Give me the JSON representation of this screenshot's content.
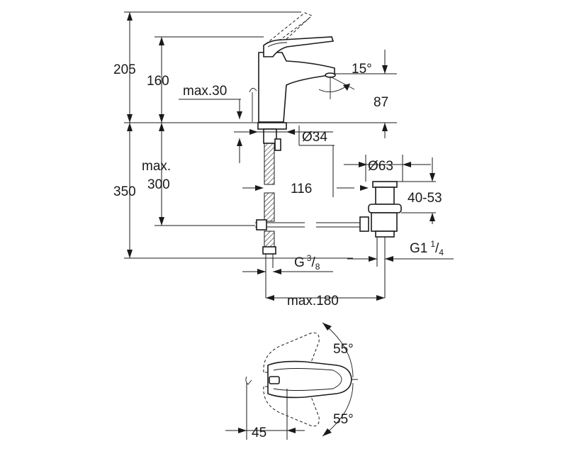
{
  "dimensions": {
    "h205": "205",
    "h160": "160",
    "max30": "max.30",
    "angle15": "15°",
    "h87": "87",
    "dia34": "Ø34",
    "dia63": "Ø63",
    "max_label": "max.",
    "h300": "300",
    "h350": "350",
    "d116": "116",
    "range40_53": "40-53",
    "g1_base": "G1",
    "g1_num": "1",
    "g1_den": "4",
    "g38_base": "G",
    "g38_num": "3",
    "g38_den": "8",
    "max180": "max.180",
    "angle55_top": "55°",
    "angle55_bottom": "55°",
    "d45": "45"
  },
  "colors": {
    "line": "#1a1a1a",
    "background": "#ffffff"
  }
}
